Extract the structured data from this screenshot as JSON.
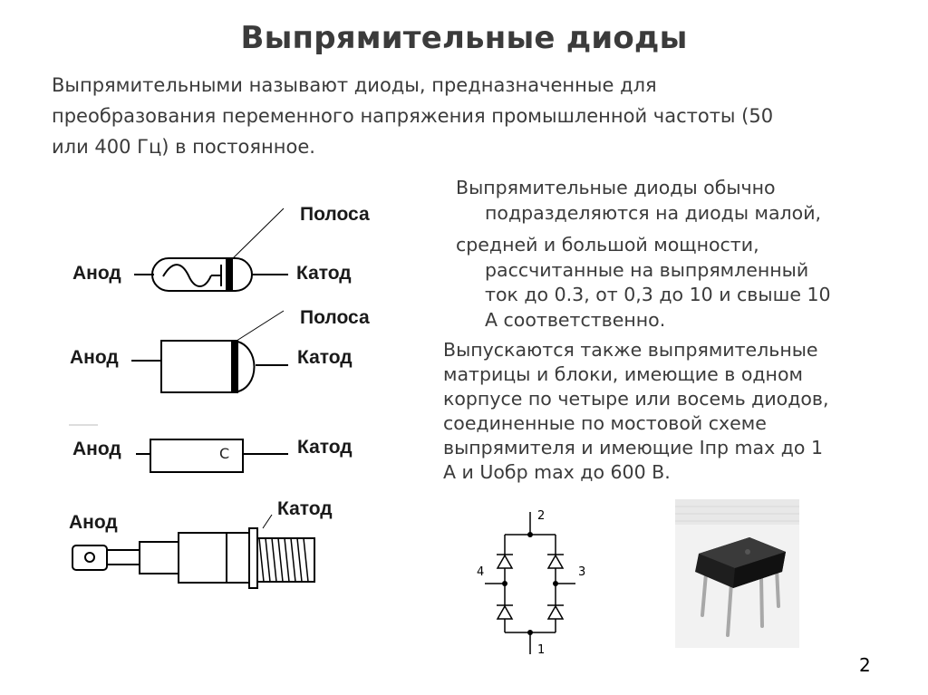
{
  "title": "Выпрямительные диоды",
  "intro_lines": [
    "Выпрямительными называют диоды, предназначенные для",
    "преобразования переменного напряжения промышленной частоты  (50",
    "или 400 Гц) в постоянное."
  ],
  "paragraph1_lines": [
    "Выпрямительные диоды обычно",
    "подразделяются на диоды малой,",
    "средней и большой мощности,",
    "рассчитанные на выпрямленный",
    "ток  до 0.3, от 0,3 до 10 и свыше 10",
    "А соответственно."
  ],
  "paragraph2_lines": [
    "Выпускаются также выпрямительные",
    "матрицы и блоки, имеющие в одном",
    "корпусе по четыре или восемь диодов,",
    "соединенные по мостовой схеме",
    "выпрямителя и имеющие Iпр max до 1",
    "А и  Uобр max до 600 В."
  ],
  "diagram_labels": {
    "stripe": "Полоса",
    "anode": "Анод",
    "cathode": "Катод",
    "body_mark": "С"
  },
  "bridge_labels": {
    "top": "2",
    "bottom": "1",
    "left": "4",
    "right": "3"
  },
  "page_number": "2",
  "colors": {
    "heading_text": "#3b3b3b",
    "body_text": "#3b3b3b",
    "line_art": "#000000"
  }
}
